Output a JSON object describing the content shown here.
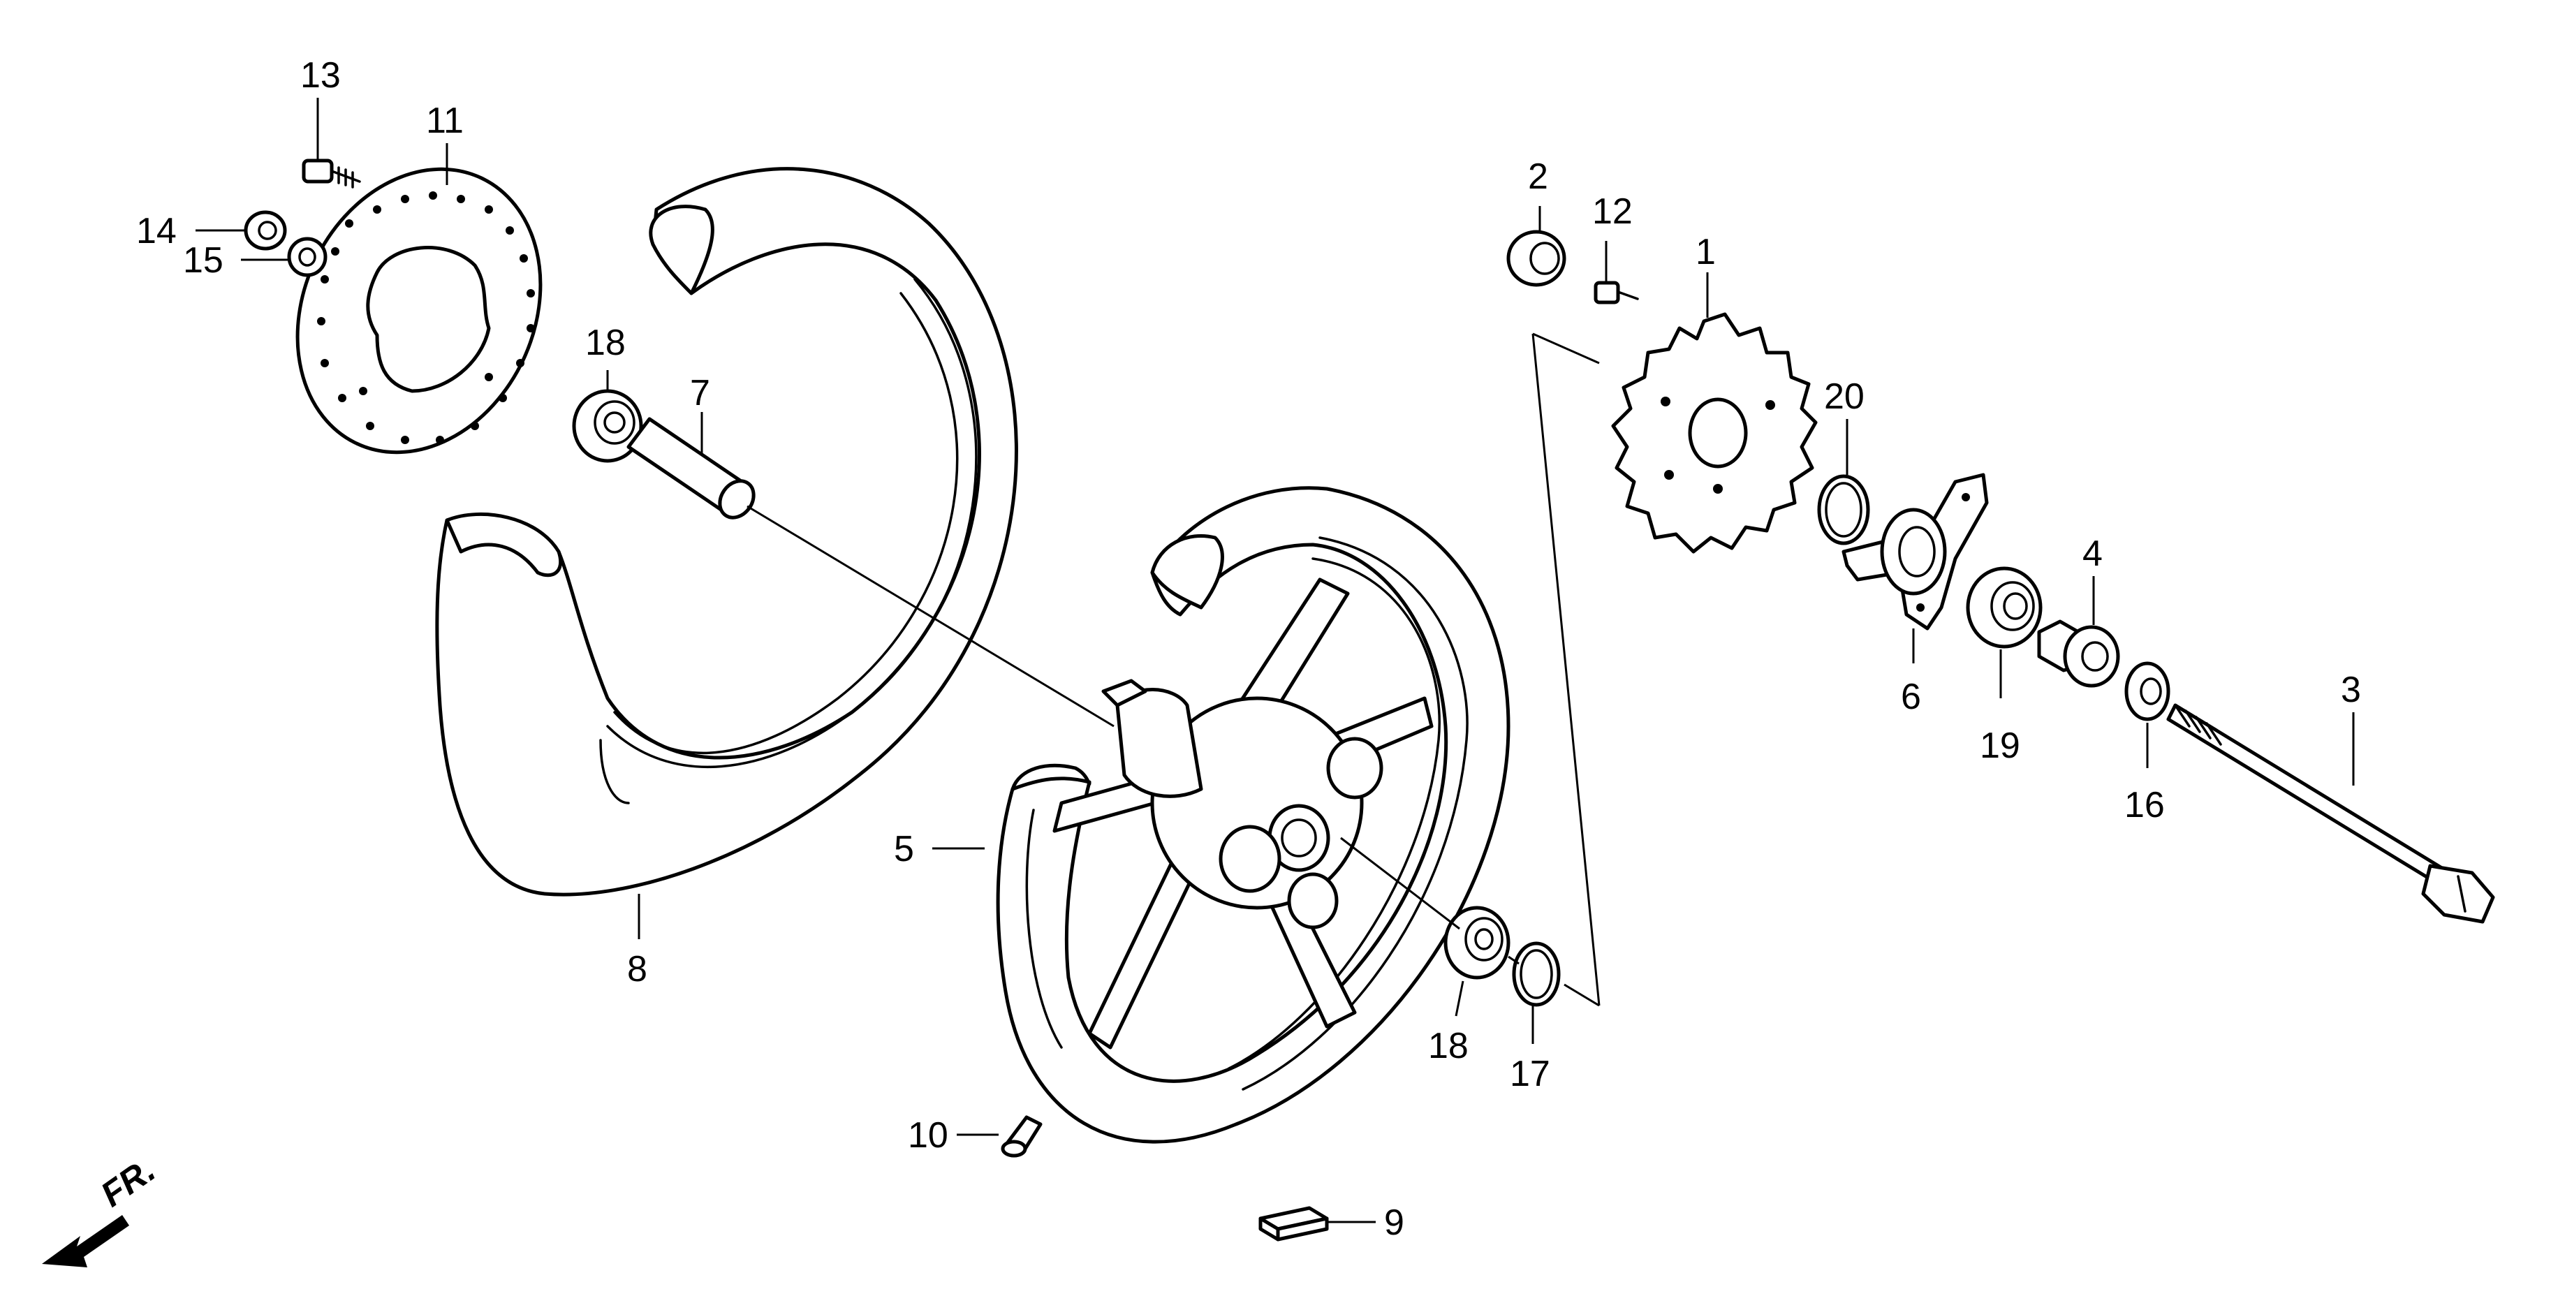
{
  "diagram": {
    "direction_label": "FR.",
    "callouts": {
      "c1": "1",
      "c2": "2",
      "c3": "3",
      "c4": "4",
      "c5": "5",
      "c6": "6",
      "c7": "7",
      "c8": "8",
      "c9": "9",
      "c10": "10",
      "c11": "11",
      "c12": "12",
      "c13": "13",
      "c14": "14",
      "c15": "15",
      "c16": "16",
      "c17": "17",
      "c18a": "18",
      "c18b": "18",
      "c19": "19",
      "c20": "20"
    }
  }
}
